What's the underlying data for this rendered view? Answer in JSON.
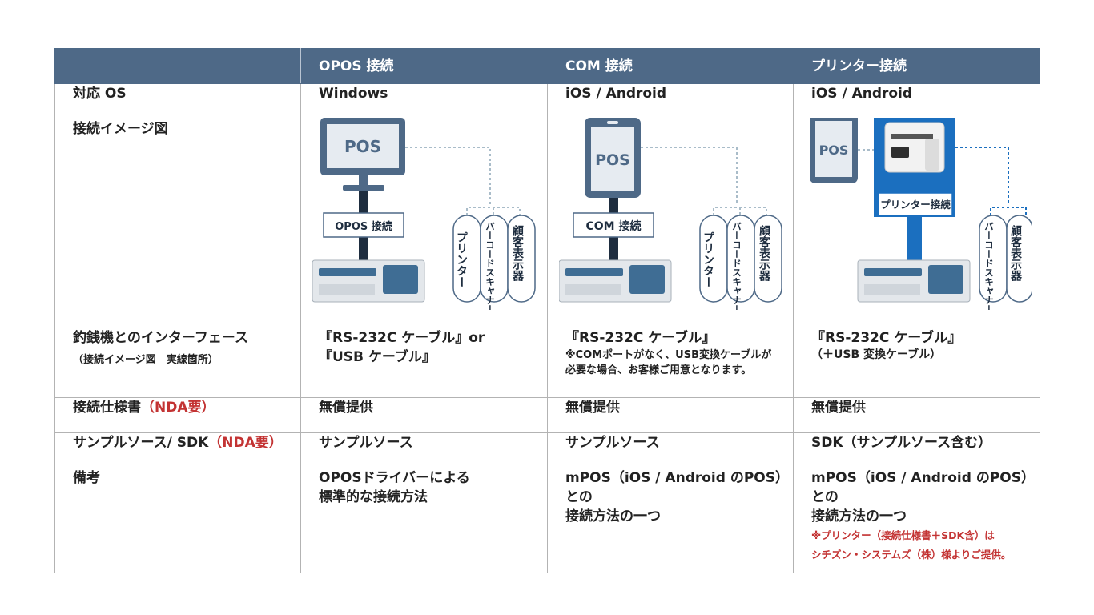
{
  "header": {
    "col1": "OPOS 接続",
    "col2": "COM 接続",
    "col3": "プリンター接続"
  },
  "rows": {
    "os": {
      "label": "対応 OS",
      "c1": "Windows",
      "c2": "iOS / Android",
      "c3": "iOS / Android"
    },
    "image": {
      "label": "接続イメージ図",
      "c1": {
        "pos": "POS",
        "link": "OPOS 接続",
        "dev1": "プリンター",
        "dev2": "バーコードスキャナー",
        "dev3": "顧客表示器"
      },
      "c2": {
        "pos": "POS",
        "link": "COM 接続",
        "dev1": "プリンター",
        "dev2": "バーコードスキャナー",
        "dev3": "顧客表示器"
      },
      "c3": {
        "pos": "POS",
        "link": "プリンター接続",
        "dev1": "バーコードスキャナー",
        "dev2": "顧客表示器"
      }
    },
    "interface": {
      "label": "釣銭機とのインターフェース",
      "sublabel": "（接続イメージ図　実線箇所）",
      "c1_line1": "『RS-232C ケーブル』or",
      "c1_line2": "『USB ケーブル』",
      "c2_line1": "『RS-232C ケーブル』",
      "c2_note1": "※COMポートがなく、USB変換ケーブルが",
      "c2_note2": "必要な場合、お客様ご用意となります。",
      "c3_line1": "『RS-232C ケーブル』",
      "c3_sub": "（＋USB 変換ケーブル）"
    },
    "spec": {
      "label": "接続仕様書",
      "label_tag": "（NDA要）",
      "c1": "無償提供",
      "c2": "無償提供",
      "c3": "無償提供"
    },
    "sdk": {
      "label": "サンプルソース/ SDK",
      "label_tag": "（NDA要）",
      "c1": "サンプルソース",
      "c2": "サンプルソース",
      "c3": "SDK（サンプルソース含む）"
    },
    "note": {
      "label": "備考",
      "c1_line1": "OPOSドライバーによる",
      "c1_line2": "標準的な接続方法",
      "c2_line1": "mPOS（iOS / Android のPOS）との",
      "c2_line2": "接続方法の一つ",
      "c3_line1": "mPOS（iOS / Android のPOS）との",
      "c3_line2": "接続方法の一つ",
      "c3_red1": "※プリンター（接続仕様書＋SDK含）は",
      "c3_red2": "シチズン・システムズ（株）様よりご提供。"
    }
  },
  "colors": {
    "header_bg": "#4e6987",
    "device_blue": "#4e6987",
    "accent_blue": "#1b6fbf",
    "note_red": "#c33333"
  }
}
